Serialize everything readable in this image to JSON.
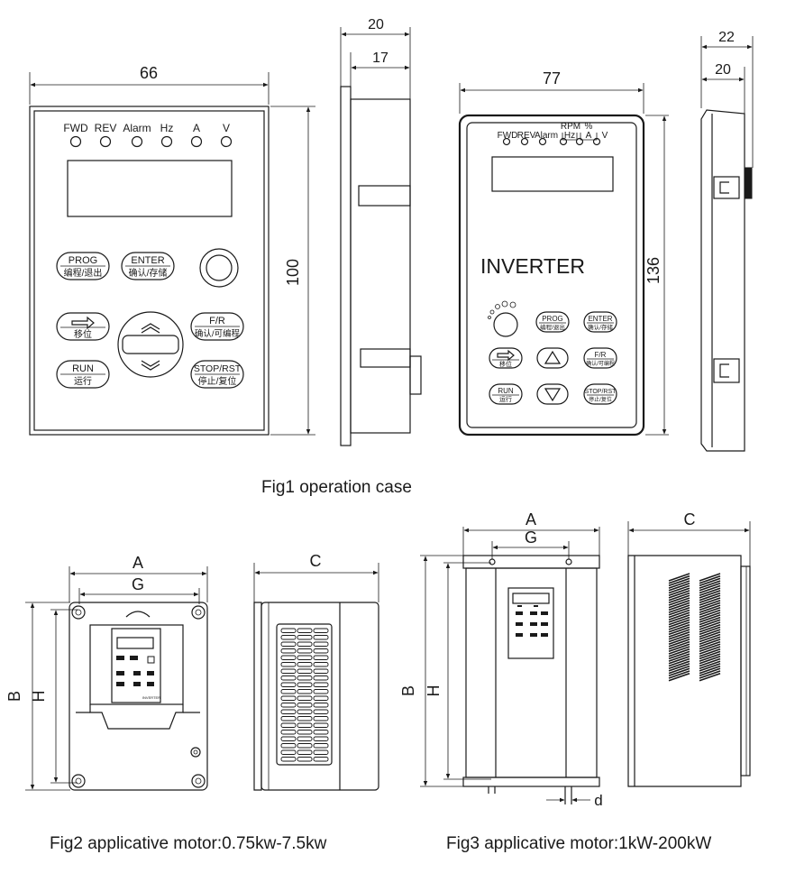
{
  "fig1": {
    "caption": "Fig1 operation case",
    "panel1": {
      "width": "66",
      "height": "100",
      "leds": [
        "FWD",
        "REV",
        "Alarm",
        "Hz",
        "A",
        "V"
      ],
      "btn_prog": "PROG",
      "btn_prog_sub": "编程/退出",
      "btn_enter": "ENTER",
      "btn_enter_sub": "确认/存储",
      "btn_shift_sub": "移位",
      "btn_fr": "F/R",
      "btn_fr_sub": "确认/可编程",
      "btn_run": "RUN",
      "btn_run_sub": "运行",
      "btn_stop": "STOP/RST",
      "btn_stop_sub": "停止/复位"
    },
    "side1": {
      "outer": "20",
      "inner": "17"
    },
    "panel2": {
      "width": "77",
      "height": "136",
      "brand": "INVERTER",
      "top_labels": [
        "RPM",
        "%"
      ],
      "leds": [
        "FWD",
        "REV",
        "Alarm",
        "Hz",
        "A",
        "V"
      ],
      "btn_prog": "PROG",
      "btn_prog_sub": "编程/退出",
      "btn_enter": "ENTER",
      "btn_enter_sub": "确认/存储",
      "btn_shift_sub": "移位",
      "btn_fr": "F/R",
      "btn_fr_sub": "确认/可编程",
      "btn_run": "RUN",
      "btn_run_sub": "运行",
      "btn_stop": "STOP/RST",
      "btn_stop_sub": "停止/复位"
    },
    "side2": {
      "outer": "22",
      "inner": "20"
    }
  },
  "fig2": {
    "caption": "Fig2 applicative motor:0.75kw-7.5kw",
    "dims": {
      "a": "A",
      "g": "G",
      "b": "B",
      "h": "H",
      "c": "C"
    },
    "brand": "INVERTER"
  },
  "fig3": {
    "caption": "Fig3 applicative motor:1kW-200kW",
    "dims": {
      "a": "A",
      "g": "G",
      "b": "B",
      "h": "H",
      "c": "C",
      "d": "d"
    }
  }
}
